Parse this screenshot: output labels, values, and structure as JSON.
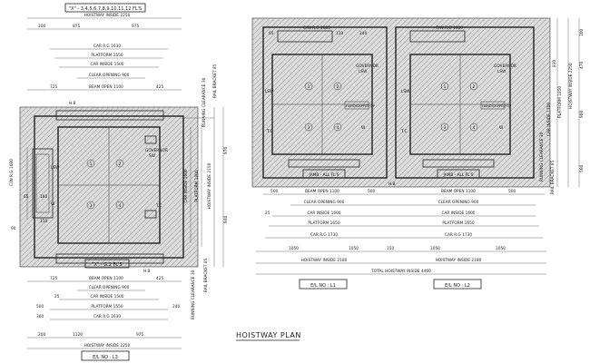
{
  "left": {
    "floors_top": "\"X\" - 3,4,5,6,7,8,9,10,11,12 FL'S",
    "hoistway_inside_top": "HOISTWAY INSIDE 2250",
    "d_100": "100",
    "d_875": "875",
    "d_975": "975",
    "car_rg": "CAR R.G 1630",
    "platform": "PLATFORM 1550",
    "car_inside": "CAR INSIDE 1500",
    "clear_opening": "CLEAR OPENING 900",
    "d_725": "725",
    "beam_open": "BEAM OPEN 1100",
    "d_425": "425",
    "hb_top": "H.B",
    "governor": "GOVERNOR",
    "sw": "SW",
    "lsw": "LSW",
    "tc_left": "T.C",
    "tc_right": "T.C",
    "w": "W",
    "car_numbers": [
      "1",
      "2",
      "3",
      "4"
    ],
    "cvr_g": "C/W R.G 1080",
    "d_65": "65",
    "d_180": "180",
    "d_110": "110",
    "d_90": "90",
    "car_inside_side": "CAR INSIDE 1600",
    "platform_side": "PLATFORM 1800",
    "hoistway_inside_side": "HOISTWAY INSIDE 2150",
    "d_940": "940",
    "d_970": "970",
    "running_clearance_top": "RUNNING CLEARANCE 30",
    "rail_bracket_top": "RAIL BRACKET 85",
    "floor_label": "\"X\" - G.2 FL'S",
    "d_725b": "725",
    "beam_open_b": "BEAM OPEN 1100",
    "d_425b": "425",
    "clear_opening_b": "CLEAR OPENING 900",
    "car_inside_b": "CAR INSIDE 1500",
    "platform_b": "PLATFORM 1550",
    "car_rg_b": "CAR R.G 1630",
    "d_25": "25",
    "d_500": "500",
    "d_240": "240",
    "d_360": "360",
    "d_1120": "1120",
    "d_975b": "975",
    "d_200": "200",
    "hoistway_inside_bottom": "HOISTWAY INSIDE 2250",
    "el_no": "E/L NO : L3",
    "hb_bottom": "H.B",
    "running_clearance_bottom": "RUNNING CLEARANCE 30",
    "rail_bracket_bottom": "RAIL BRACKET 85"
  },
  "right": {
    "cvr_g_1": "C/W R.G 1080",
    "cvr_g_2": "C/W R.G 1080",
    "d_65": "65",
    "d_110": "110",
    "d_240": "240",
    "governor_1": "GOVERNOR",
    "governor_2": "GOVERNOR",
    "lsw_1": "LSW",
    "lsw_2": "LSW",
    "lsw_3": "LSW",
    "lsw_4": "LSW",
    "tc_1": "T.C",
    "tc_2": "T.C",
    "w_1": "W",
    "w_2": "W",
    "handicapped_1": "HANDICAPPED OP",
    "handicapped_2": "HANDICAPPED OP",
    "jamb_1": "JAMB - ALL FL'S",
    "jamb_2": "JAMB - ALL FL'S",
    "hb": "H.B",
    "car_numbers": [
      "1",
      "2",
      "3",
      "4"
    ],
    "d_500a": "500",
    "beam_open": "BEAM OPEN 1100",
    "d_500b": "500",
    "beam_open_2": "BEAM OPEN 1100",
    "d_500c": "500",
    "clear_opening_1": "CLEAR OPENING 900",
    "clear_opening_2": "CLEAR OPENING 900",
    "car_inside_1": "CAR INSIDE 1600",
    "car_inside_2": "CAR INSIDE 1600",
    "platform_1": "PLATFORM 1650",
    "platform_2": "PLATFORM 1650",
    "car_rg_1": "CAR R.G 1730",
    "car_rg_2": "CAR R.G 1730",
    "d_25": "25",
    "d_1050a": "1050",
    "d_1050b": "1050",
    "d_1050c": "1050",
    "d_1050d": "1050",
    "d_150": "150",
    "hoistway_1": "HOISTWAY INSIDE 2180",
    "hoistway_2": "HOISTWAY INSIDE 2180",
    "total_hoistway": "TOTAL HOISTWAY INSIDE 4460",
    "el_1": "E/L NO : L1",
    "el_2": "E/L NO : L2",
    "v_100": "100",
    "v_470": "470",
    "v_900": "900",
    "v_830": "830",
    "v_560": "560",
    "v_2250": "HOISTWAY INSIDE 2250",
    "v_platform": "PLATFORM 1850",
    "v_car_inside": "CAR INSIDE 1700",
    "v_clearance": "RUNNING CLEARANCE 30",
    "v_bracket": "RAIL BRACKET 85"
  },
  "title": "HOISTWAY PLAN"
}
